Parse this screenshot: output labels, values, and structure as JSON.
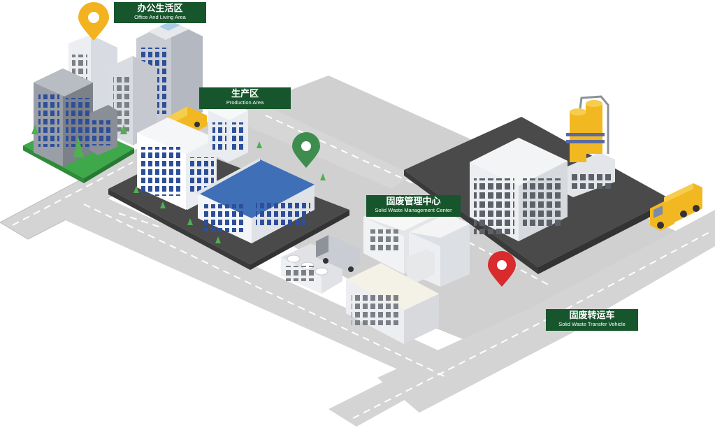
{
  "zones": {
    "office": {
      "cn": "办公生活区",
      "en": "Office And Living Area",
      "pin_color": "#f3b21f"
    },
    "production": {
      "cn": "生产区",
      "en": "Production Area",
      "pin_color": "#3e8d4e"
    },
    "waste_center": {
      "cn": "固废管理中心",
      "en": "Solid Waste Management Center"
    },
    "transfer_vehicle": {
      "cn": "固废转运车",
      "en": "Solid Waste Transfer Vehicle",
      "pin_color": "#d92a2e"
    }
  },
  "colors": {
    "label_bg": "#17562c",
    "road": "#d4d4d4",
    "road_edge": "#bdbdbd",
    "lot_dark": "#4a4a4a",
    "grass": "#3ea84a",
    "roof_blue": "#3f6fb7",
    "truck_yellow": "#f2b822"
  }
}
